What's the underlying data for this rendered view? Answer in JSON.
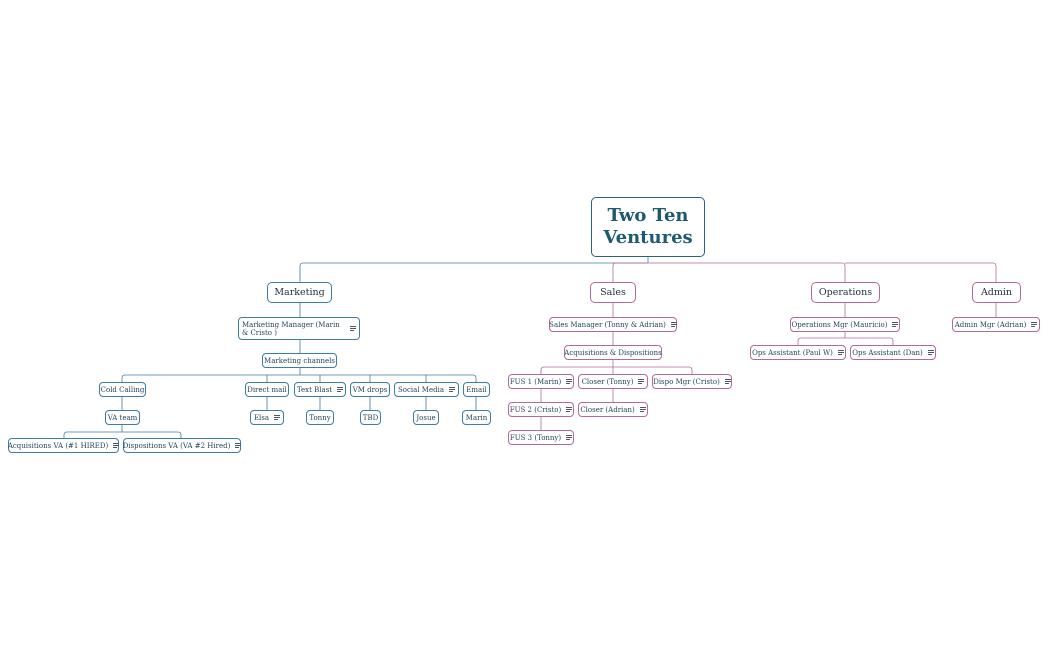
{
  "root": {
    "title": "Two Ten Ventures"
  },
  "marketing": {
    "label": "Marketing",
    "manager": "Marketing Manager (Marin & Cristo )",
    "channels": "Marketing channels",
    "cold_calling": "Cold Calling",
    "va_team": "VA team",
    "acq_va": "Acquisitions VA (#1 HIRED)",
    "dispo_va": "Dispositions VA (VA #2 Hired)",
    "direct_mail": "Direct mail",
    "direct_mail_owner": "Elsa",
    "text_blast": "Text Blast",
    "text_blast_owner": "Tonny",
    "vm_drops": "VM drops",
    "vm_drops_owner": "TBD",
    "social_media": "Social Media",
    "social_media_owner": "Josue",
    "email": "Email",
    "email_owner": "Marin"
  },
  "sales": {
    "label": "Sales",
    "manager": "Sales Manager (Tonny & Adrian)",
    "acq_dispo": "Acquisitions & Dispositions",
    "fus1": "FUS 1 (Marin)",
    "fus2": "FUS 2 (Cristo)",
    "fus3": "FUS 3 (Tonny)",
    "closer1": "Closer (Tonny)",
    "closer2": "Closer (Adrian)",
    "dispo_mgr": "Dispo Mgr (Cristo)"
  },
  "operations": {
    "label": "Operations",
    "manager": "Operations Mgr (Mauricio)",
    "assistant1": "Ops Assistant (Paul W)",
    "assistant2": "Ops Assistant (Dan)"
  },
  "admin": {
    "label": "Admin",
    "manager": "Admin Mgr (Adrian)"
  },
  "colors": {
    "blue_line": "#3d7ca6",
    "pink_line": "#b46a99",
    "root_text": "#1d5a72"
  }
}
